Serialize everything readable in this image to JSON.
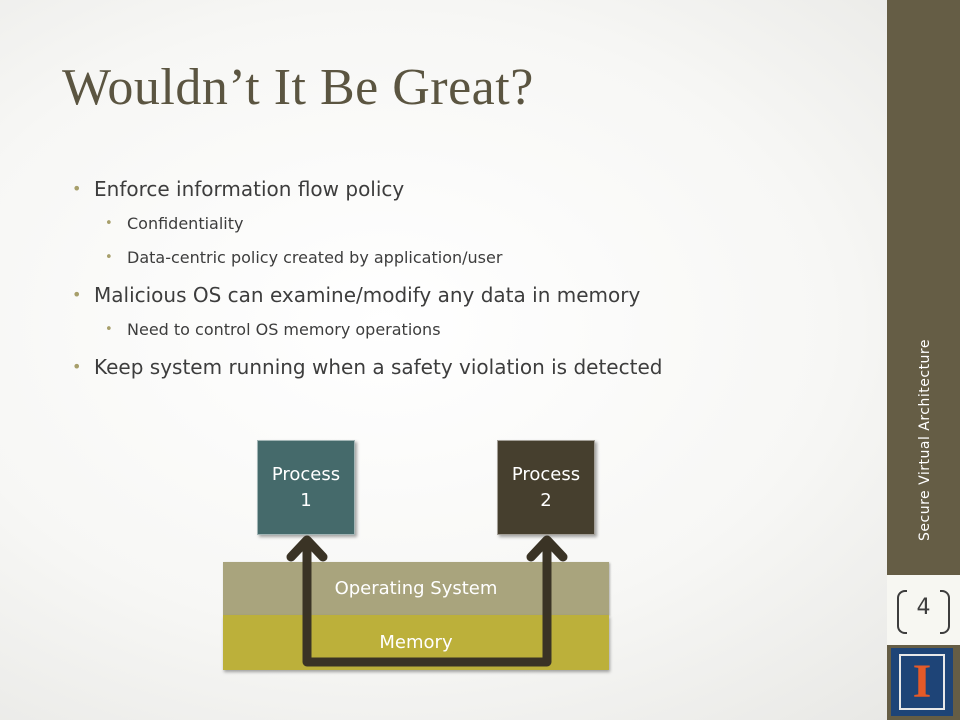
{
  "slide": {
    "title": "Wouldn’t It Be Great?",
    "bullets": [
      {
        "text": "Enforce information flow policy",
        "sub": [
          "Confidentiality",
          "Data-centric policy created by application/user"
        ]
      },
      {
        "text": "Malicious OS can examine/modify any data in memory",
        "sub": [
          "Need to control OS memory operations"
        ]
      },
      {
        "text": "Keep system running when a safety violation is detected",
        "sub": []
      }
    ]
  },
  "sidebar": {
    "label": "Secure Virtual Architecture",
    "page_number": "4"
  },
  "diagram": {
    "process_1": {
      "line1": "Process",
      "line2": "1"
    },
    "process_2": {
      "line1": "Process",
      "line2": "2"
    },
    "os_label": "Operating System",
    "memory_label": "Memory"
  },
  "logo": {
    "glyph": "I"
  },
  "colors": {
    "title": "#5b5541",
    "sidebar": "#655d45",
    "process_1": "#456a6b",
    "process_2": "#463f2e",
    "os_layer": "#a9a47d",
    "memory_layer": "#bcb03a",
    "flow_arrow": "#3a3325"
  }
}
